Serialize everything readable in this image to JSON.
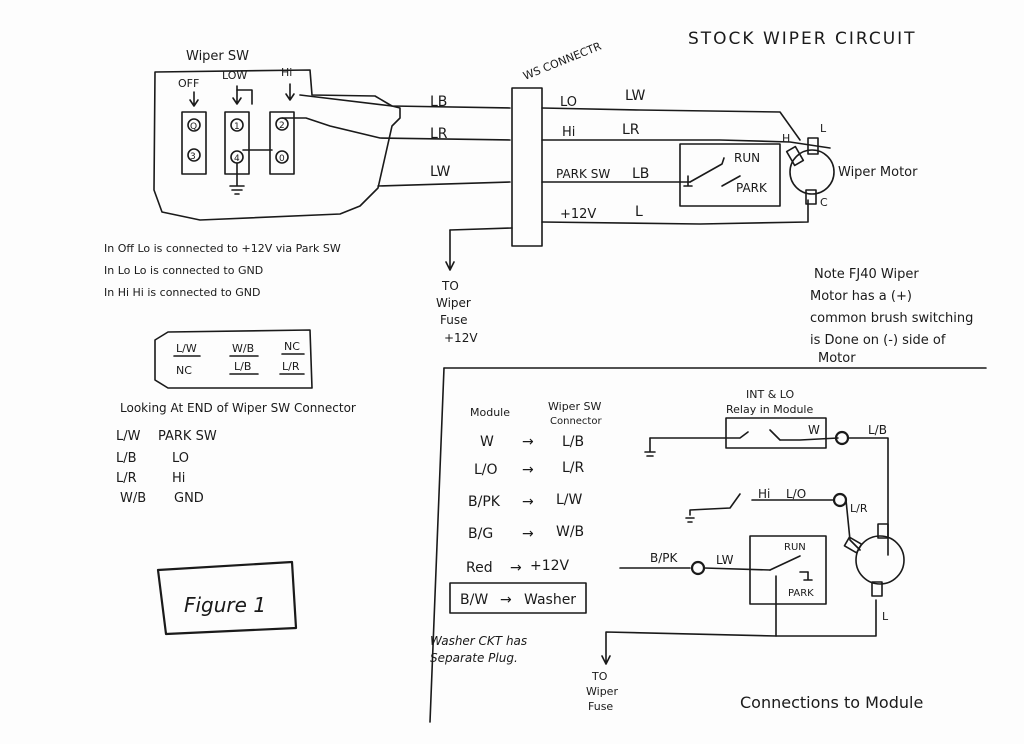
{
  "title": "STOCK WIPER CIRCUIT",
  "wiper_switch": {
    "label": "Wiper SW",
    "positions": [
      "OFF",
      "LOW",
      "Hi"
    ],
    "terminals": [
      "Q",
      "1",
      "2",
      "3",
      "4",
      "0"
    ]
  },
  "ws_connector": "WS CONNECTR",
  "wires_left": [
    "LB",
    "LR",
    "LW"
  ],
  "wires_right": [
    "LO",
    "LW",
    "Hi",
    "LR",
    "PARK SW",
    "LB",
    "+12V",
    "L"
  ],
  "motor": {
    "label": "Wiper Motor",
    "terminals": [
      "H",
      "L",
      "C"
    ],
    "park_switch": [
      "RUN",
      "PARK"
    ]
  },
  "to_fuse": [
    "TO",
    "Wiper",
    "Fuse",
    "+12V"
  ],
  "notes_left": [
    "In Off  Lo is connected to +12V via Park SW",
    "In Lo   Lo is connected to GND",
    "In Hi   Hi is connected to GND"
  ],
  "note_right": [
    "Note FJ40 Wiper",
    "Motor has a (+)",
    "common brush switching",
    "is Done on (-) side of",
    "Motor"
  ],
  "connector_grid": {
    "top": [
      "L/W",
      "W/B",
      "NC"
    ],
    "bottom": [
      "NC",
      "L/B",
      "L/R"
    ]
  },
  "looking_at": "Looking At END of Wiper SW Connector",
  "pin_map": [
    {
      "wire": "L/W",
      "fn": "PARK SW"
    },
    {
      "wire": "L/B",
      "fn": "LO"
    },
    {
      "wire": "L/R",
      "fn": "Hi"
    },
    {
      "wire": "W/B",
      "fn": "GND"
    }
  ],
  "figure_label": "Figure 1",
  "module_table": {
    "header_left": "Module",
    "header_right": [
      "Wiper SW",
      "Connector"
    ],
    "rows": [
      {
        "module": "W",
        "arrow": "→",
        "sw": "L/B"
      },
      {
        "module": "L/O",
        "arrow": "→",
        "sw": "L/R"
      },
      {
        "module": "B/PK",
        "arrow": "→",
        "sw": "L/W"
      },
      {
        "module": "B/G",
        "arrow": "→",
        "sw": "W/B"
      },
      {
        "module": "Red",
        "arrow": "→",
        "sw": "+12V"
      },
      {
        "module": "B/W",
        "arrow": "→",
        "sw": "Washer"
      }
    ]
  },
  "washer_note": [
    "Washer CKT has",
    "Separate Plug."
  ],
  "relay": {
    "label": [
      "INT & LO",
      "Relay in Module"
    ]
  },
  "module_wires": [
    "W",
    "L/B",
    "Hi",
    "L/O",
    "L/R",
    "B/PK",
    "LW",
    "RUN",
    "PARK",
    "L"
  ],
  "to_fuse_bottom": [
    "TO",
    "Wiper",
    "Fuse"
  ],
  "bottom_caption": "Connections to Module"
}
